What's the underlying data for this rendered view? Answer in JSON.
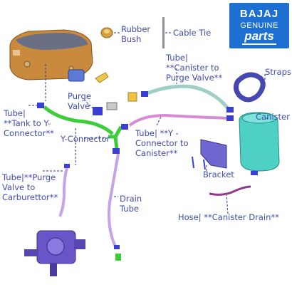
{
  "brand": {
    "name": "BAJAJ",
    "line1": "GENUINE",
    "line2": "parts",
    "color": "#1d6fd1"
  },
  "labels": {
    "rubber_bush": [
      "Rubber",
      "Bush"
    ],
    "cable_tie": [
      "Cable Tie"
    ],
    "straps": [
      "Straps"
    ],
    "tube_canister_purge": [
      "Tube|",
      "**Canister to",
      "Purge Valve**"
    ],
    "purge_valve": [
      "Purge",
      "Valve"
    ],
    "tube_tank_y": [
      "Tube|",
      "**Tank to Y-",
      "Connector**"
    ],
    "y_connector": [
      "Y-Connector"
    ],
    "tube_y_canister": [
      "Tube| **Y -",
      "Connector to",
      "Canister**"
    ],
    "canister": [
      "Canister"
    ],
    "bracket": [
      "Bracket"
    ],
    "tube_purge_carb": [
      "Tube|**Purge",
      "Valve to",
      "Carburettor**"
    ],
    "drain_tube": [
      "Drain",
      "Tube"
    ],
    "hose_canister_drain": [
      "Hose| **Canister Drain**"
    ]
  },
  "colors": {
    "label_text": "#3f4bb0",
    "tank_body": "#c98a3e",
    "tank_top": "#6a6f86",
    "green_tube": "#3dcc3a",
    "teal_tube": "#9fcfc4",
    "pink_tube": "#d98ad6",
    "lavender_tube": "#c7a2e6",
    "canister": "#4fd0c5",
    "bracket": "#6e67cf",
    "carburettor": "#6a55c8",
    "connector": "#3b3fcf",
    "leader": "#2d3a8c"
  }
}
